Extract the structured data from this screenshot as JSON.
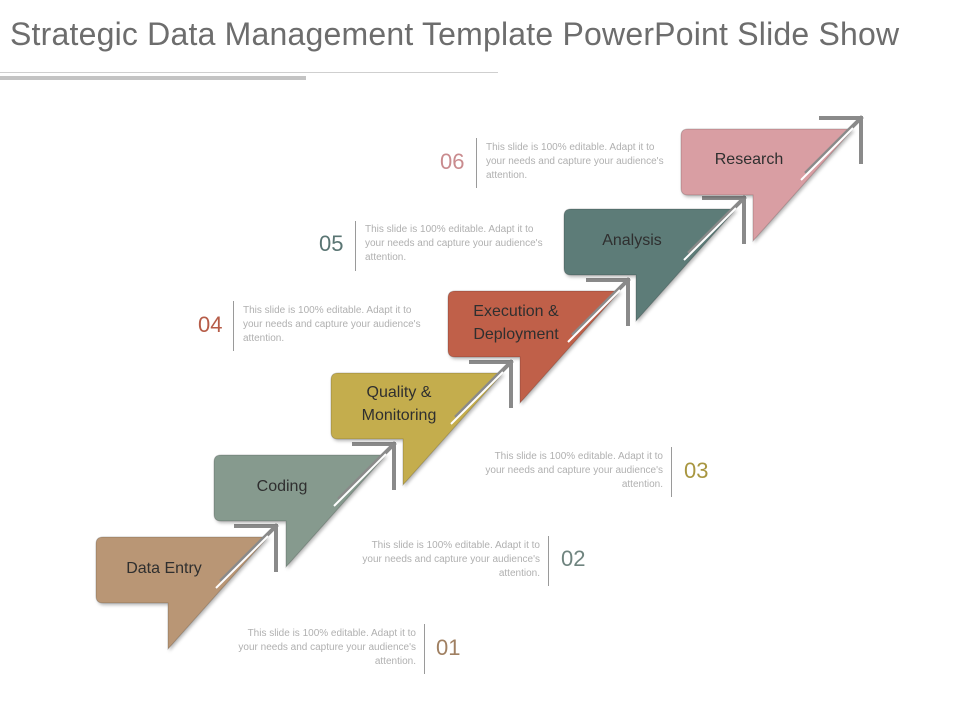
{
  "title": "Strategic Data Management Template PowerPoint Slide Show",
  "colors": {
    "data_entry": "#b99674",
    "coding": "#869a8e",
    "quality": "#c4ad4e",
    "execution": "#c0604a",
    "analysis": "#5d7b78",
    "research": "#d99ea3",
    "chevron": "#8a8a8a"
  },
  "steps": [
    {
      "label": "Data Entry",
      "number": "01",
      "description": "This slide is 100% editable. Adapt it to your needs and capture your audience's attention."
    },
    {
      "label": "Coding",
      "number": "02",
      "description": "This slide is 100% editable. Adapt it to your needs and capture your audience's attention."
    },
    {
      "label": "Quality &\nMonitoring",
      "number": "03",
      "description": "This slide is 100% editable. Adapt it to your needs and capture your audience's attention."
    },
    {
      "label": "Execution &\nDeployment",
      "number": "04",
      "description": "This slide is 100% editable. Adapt it to your needs and capture your audience's attention."
    },
    {
      "label": "Analysis",
      "number": "05",
      "description": "This slide is 100% editable. Adapt it to your needs and capture your audience's attention."
    },
    {
      "label": "Research",
      "number": "06",
      "description": "This slide is 100% editable. Adapt it to your needs and capture your audience's attention."
    }
  ]
}
